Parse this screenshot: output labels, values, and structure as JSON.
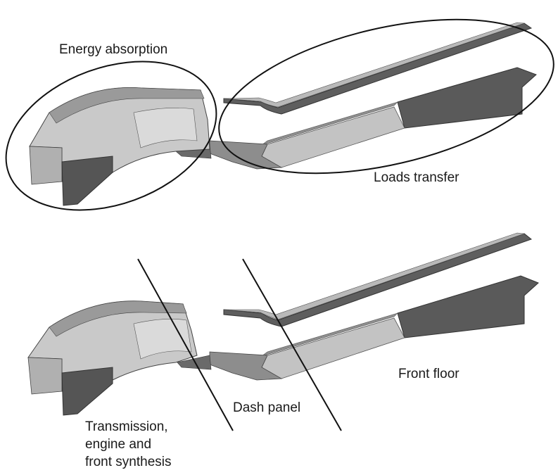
{
  "labels": {
    "energy_absorption": "Energy absorption",
    "loads_transfer": "Loads transfer",
    "front_floor": "Front floor",
    "dash_panel": "Dash panel",
    "transmission": [
      "Transmission,",
      "engine and",
      "front synthesis"
    ]
  },
  "colors": {
    "light_gray": "#c8c8c8",
    "mid_gray": "#a7a7a7",
    "dark_gray": "#5e5e5e",
    "outline": "#111111"
  }
}
